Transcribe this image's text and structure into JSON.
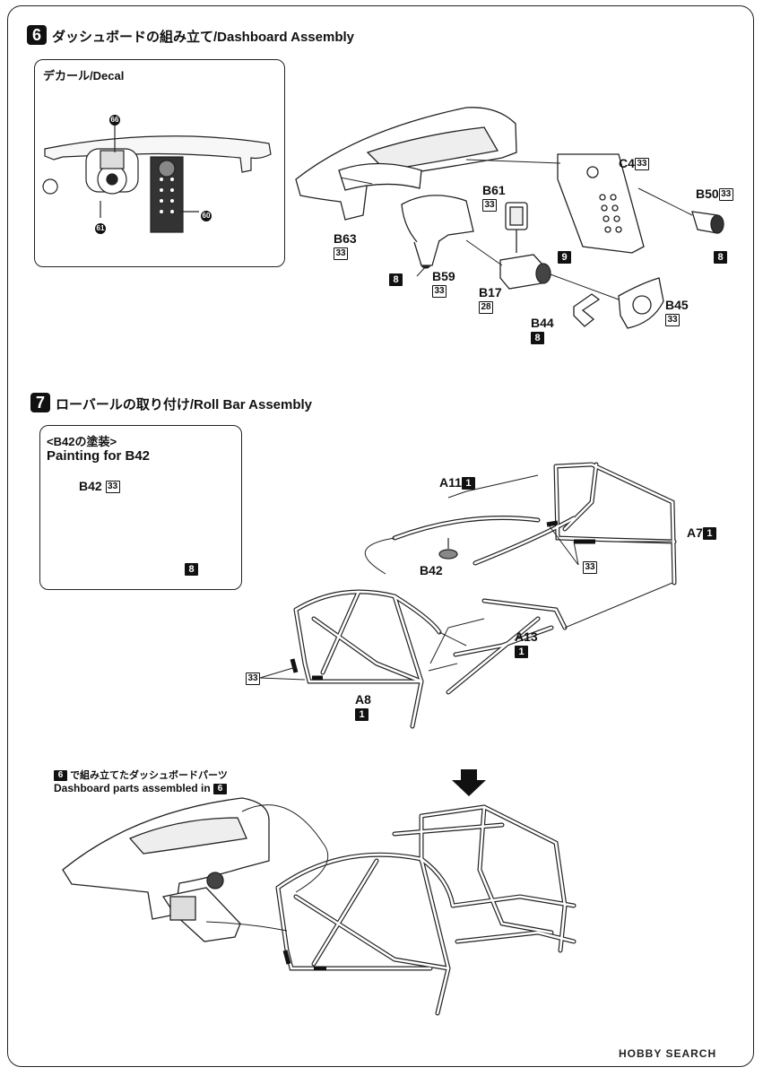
{
  "step6": {
    "number": "6",
    "title": "ダッシュボードの組み立て/Dashboard Assembly",
    "decal_box": {
      "title": "デカール/Decal",
      "markers": [
        "66",
        "61",
        "60"
      ]
    },
    "parts": [
      {
        "id": "C4",
        "badge": "33",
        "badge_style": "outline"
      },
      {
        "id": "B61",
        "badge": "33",
        "badge_style": "outline"
      },
      {
        "id": "B50",
        "badge": "33",
        "badge_style": "outline",
        "color_badge": "8"
      },
      {
        "id": "B63",
        "badge": "33",
        "badge_style": "outline",
        "color_badge": "8"
      },
      {
        "id": "B59",
        "badge": "33",
        "badge_style": "outline",
        "color_badge": "8"
      },
      {
        "id": "B17",
        "badge": "28",
        "badge_style": "outline",
        "color_badge": "9"
      },
      {
        "id": "B44",
        "badge": "8",
        "badge_style": "solid"
      },
      {
        "id": "B45",
        "badge": "33",
        "badge_style": "outline"
      }
    ]
  },
  "step7": {
    "number": "7",
    "title": "ローバールの取り付け/Roll Bar Assembly",
    "paint_box": {
      "heading": "<B42の塗装>",
      "subheading": "Painting for B42",
      "part": "B42",
      "badge": "33",
      "color_badge": "8"
    },
    "parts": [
      {
        "id": "A11",
        "badge": "1"
      },
      {
        "id": "A7",
        "badge": "1"
      },
      {
        "id": "B42",
        "badge": ""
      },
      {
        "id": "A13",
        "badge": "1"
      },
      {
        "id": "A8",
        "badge": "1"
      }
    ],
    "paint_marks": [
      "33",
      "33"
    ]
  },
  "note": {
    "jp_prefix": "6",
    "jp": "で組み立てたダッシュボードパーツ",
    "en": "Dashboard parts assembled in",
    "en_ref": "6"
  },
  "watermark": "HOBBY SEARCH"
}
